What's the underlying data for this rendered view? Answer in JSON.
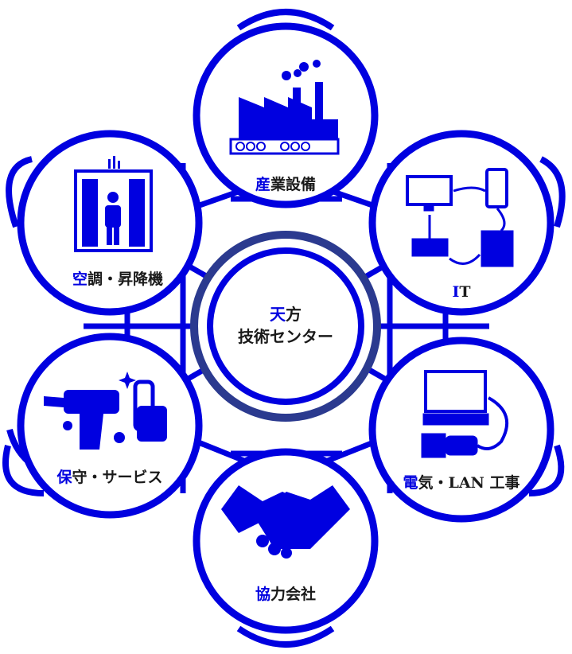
{
  "colors": {
    "primary": "#0000e0",
    "ring_dark": "#2b3a8f",
    "text": "#1a1a1a"
  },
  "center": {
    "line1_accent": "天",
    "line1_rest": "方",
    "line2": "技術センター"
  },
  "nodes": [
    {
      "id": "industrial",
      "icon": "factory-icon",
      "accent": "産",
      "rest": "業設備"
    },
    {
      "id": "it",
      "icon": "computer-network-icon",
      "accent": "I",
      "rest": "T"
    },
    {
      "id": "electrical",
      "icon": "computer-plug-icon",
      "accent": "電",
      "rest": "気・LAN 工事"
    },
    {
      "id": "partners",
      "icon": "handshake-icon",
      "accent": "協",
      "rest": "力会社"
    },
    {
      "id": "maintenance",
      "icon": "drill-wrench-icon",
      "accent": "保",
      "rest": "守・サービス"
    },
    {
      "id": "hvac",
      "icon": "elevator-icon",
      "accent": "空",
      "rest": "調・昇降機"
    }
  ]
}
